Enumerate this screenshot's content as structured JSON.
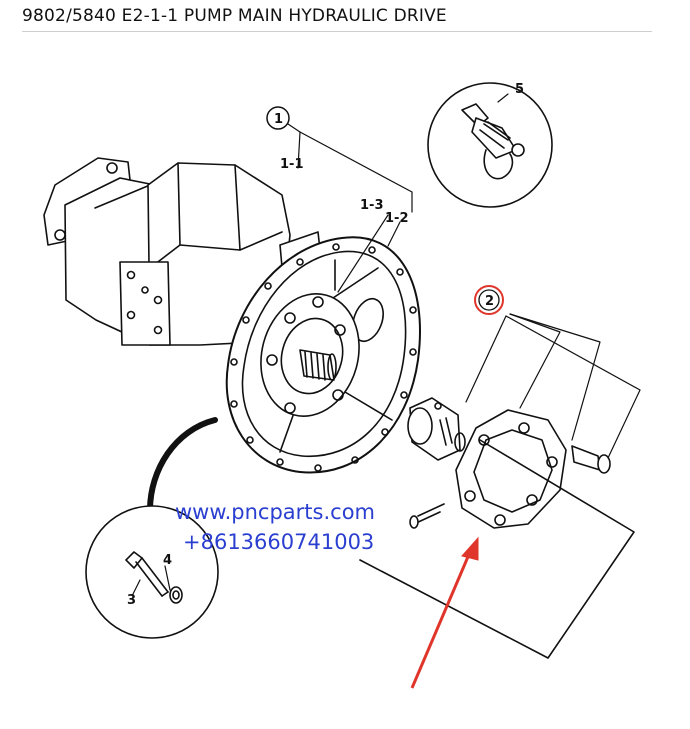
{
  "title": "9802/5840 E2-1-1 PUMP MAIN HYDRAULIC DRIVE",
  "callouts": {
    "c1": "1",
    "c1_1": "1-1",
    "c1_2": "1-2",
    "c1_3": "1-3",
    "c2": "2",
    "c3": "3",
    "c4": "4",
    "c5": "5"
  },
  "watermark": {
    "url": "www.pncparts.com",
    "phone": "+8613660741003"
  },
  "colors": {
    "line": "#111111",
    "highlight": "#e0352b",
    "watermark": "#2a3fd0"
  }
}
